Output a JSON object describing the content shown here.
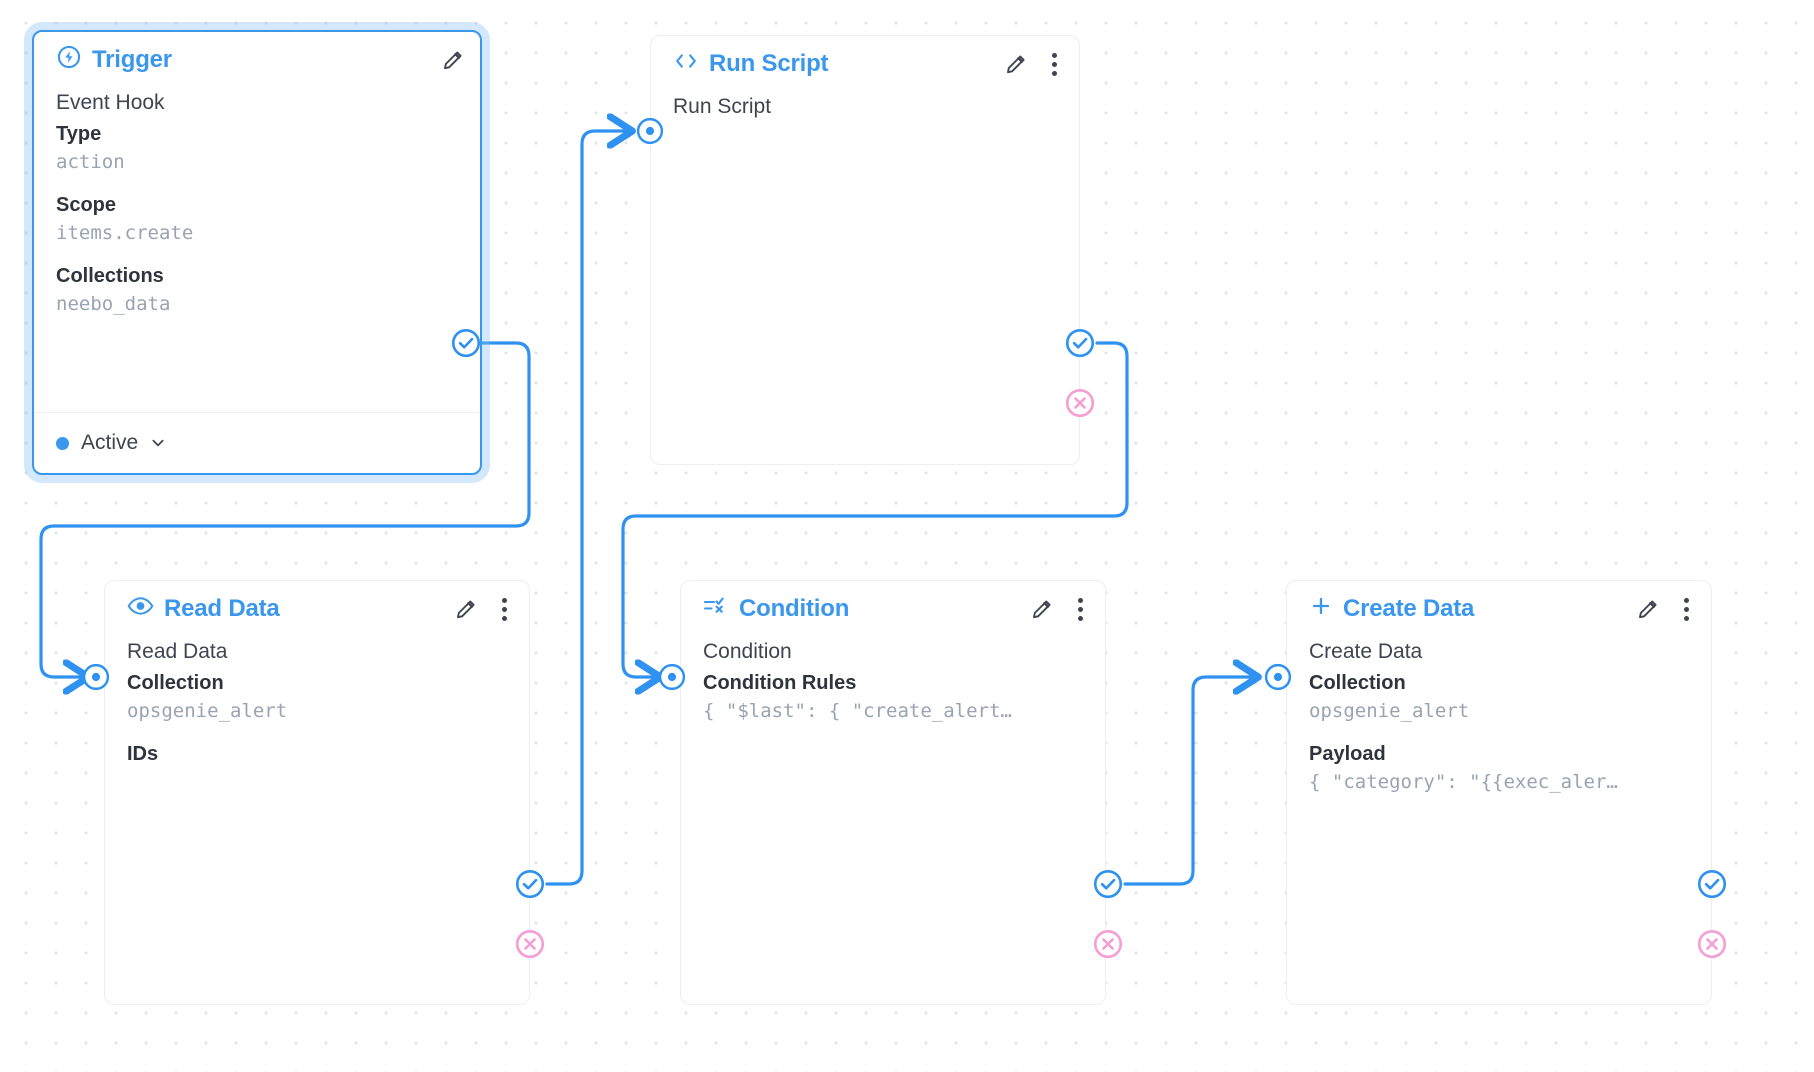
{
  "canvas": {
    "background": "#ffffff",
    "grid_dot_color": "#e3e4e8",
    "accent": "#3a97ec",
    "reject_color": "#f59ed4",
    "mono_value_color": "#9aa3b2"
  },
  "icons": {
    "edit": "pencil-icon",
    "more": "three-dots-menu-icon",
    "trigger": "lightning-bolt-circle-icon",
    "run_script": "code-brackets-icon",
    "read_data": "eye-icon",
    "condition": "filter-check-x-icon",
    "create_data": "plus-icon",
    "resolve": "check-circle-icon",
    "reject": "x-circle-icon",
    "input": "dot-circle-icon",
    "chevron": "chevron-down-icon"
  },
  "nodes": [
    {
      "id": "trigger",
      "title": "Trigger",
      "icon": "lightning-bolt-circle-icon",
      "selected": true,
      "row_name": "Event Hook",
      "fields": [
        {
          "label": "Type",
          "value": "action"
        },
        {
          "label": "Scope",
          "value": "items.create"
        },
        {
          "label": "Collections",
          "value": "neebo_data"
        }
      ],
      "status": {
        "label": "Active",
        "color": "#3a97ec"
      },
      "has_edit": true,
      "has_more": false,
      "has_input": false,
      "resolve": true,
      "reject": false
    },
    {
      "id": "run-script",
      "title": "Run Script",
      "icon": "code-brackets-icon",
      "selected": false,
      "row_name": "Run Script",
      "fields": [],
      "has_edit": true,
      "has_more": true,
      "has_input": true,
      "resolve": true,
      "reject": true
    },
    {
      "id": "read-data",
      "title": "Read Data",
      "icon": "eye-icon",
      "selected": false,
      "row_name": "Read Data",
      "fields": [
        {
          "label": "Collection",
          "value": "opsgenie_alert"
        },
        {
          "label": "IDs",
          "value": ""
        }
      ],
      "has_edit": true,
      "has_more": true,
      "has_input": true,
      "resolve": true,
      "reject": true
    },
    {
      "id": "condition",
      "title": "Condition",
      "icon": "filter-check-x-icon",
      "selected": false,
      "row_name": "Condition",
      "fields": [
        {
          "label": "Condition Rules",
          "value": "{ \"$last\": { \"create_alert…"
        }
      ],
      "has_edit": true,
      "has_more": true,
      "has_input": true,
      "resolve": true,
      "reject": true
    },
    {
      "id": "create-data",
      "title": "Create Data",
      "icon": "plus-icon",
      "selected": false,
      "row_name": "Create Data",
      "fields": [
        {
          "label": "Collection",
          "value": "opsgenie_alert"
        },
        {
          "label": "Payload",
          "value": "{ \"category\": \"{{exec_aler…"
        }
      ],
      "has_edit": true,
      "has_more": true,
      "has_input": true,
      "resolve": true,
      "reject": true
    }
  ]
}
